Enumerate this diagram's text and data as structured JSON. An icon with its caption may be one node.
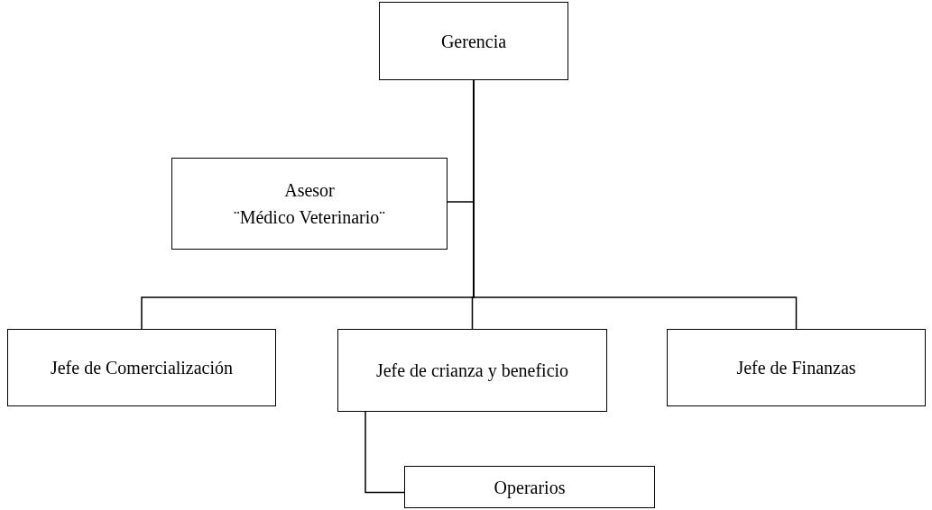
{
  "diagram": {
    "nodes": [
      {
        "text": [
          "Gerencia"
        ]
      },
      {
        "text": [
          "Asesor",
          "¨Médico Veterinario¨"
        ]
      },
      {
        "text": [
          "Jefe de Comercialización"
        ]
      },
      {
        "text": [
          "Jefe de crianza y beneficio"
        ]
      },
      {
        "text": [
          "Jefe de Finanzas"
        ]
      },
      {
        "text": [
          "Operarios"
        ]
      }
    ],
    "edges": [
      {
        "from": 0,
        "to": 1,
        "arrow": "none"
      },
      {
        "from": 0,
        "to": 2,
        "arrow": "none"
      },
      {
        "from": 0,
        "to": 3,
        "arrow": "none"
      },
      {
        "from": 0,
        "to": 4,
        "arrow": "none"
      },
      {
        "from": 3,
        "to": 5,
        "arrow": "none"
      }
    ]
  }
}
